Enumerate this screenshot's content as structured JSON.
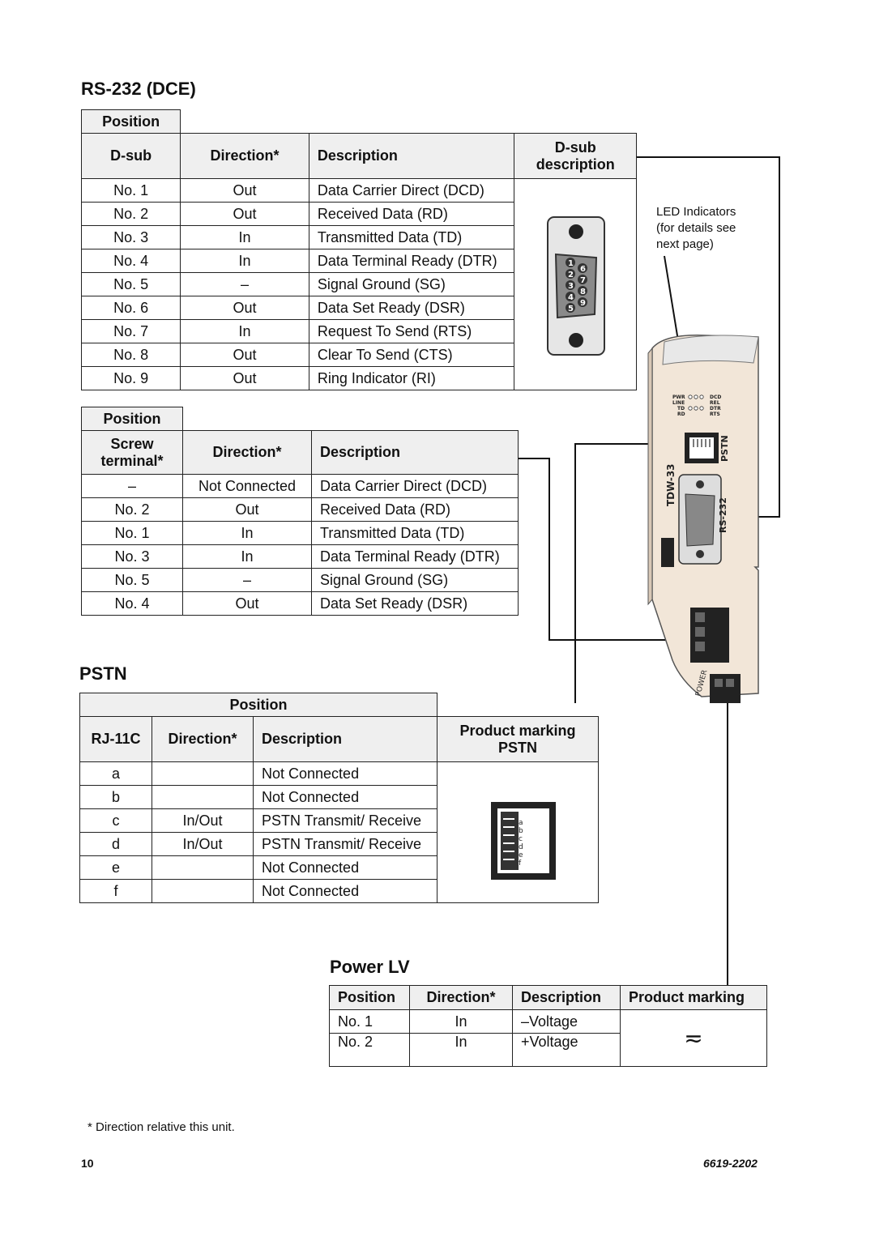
{
  "rs232": {
    "title": "RS-232 (DCE)",
    "hdr_position": "Position",
    "hdr_dsub": "D-sub",
    "hdr_direction": "Direction*",
    "hdr_description": "Description",
    "hdr_dsub_description": "D-sub description",
    "rows": [
      {
        "pos": "No. 1",
        "dir": "Out",
        "desc": "Data Carrier Direct (DCD)"
      },
      {
        "pos": "No. 2",
        "dir": "Out",
        "desc": "Received Data (RD)"
      },
      {
        "pos": "No. 3",
        "dir": "In",
        "desc": "Transmitted Data (TD)"
      },
      {
        "pos": "No. 4",
        "dir": "In",
        "desc": "Data Terminal Ready (DTR)"
      },
      {
        "pos": "No. 5",
        "dir": "–",
        "desc": "Signal Ground (SG)"
      },
      {
        "pos": "No. 6",
        "dir": "Out",
        "desc": "Data Set Ready (DSR)"
      },
      {
        "pos": "No. 7",
        "dir": "In",
        "desc": "Request To Send (RTS)"
      },
      {
        "pos": "No. 8",
        "dir": "Out",
        "desc": "Clear To Send (CTS)"
      },
      {
        "pos": "No. 9",
        "dir": "Out",
        "desc": "Ring Indicator (RI)"
      }
    ],
    "pins": [
      "1",
      "2",
      "3",
      "4",
      "5",
      "6",
      "7",
      "8",
      "9"
    ]
  },
  "screw": {
    "hdr_position": "Position",
    "hdr_terminal": "Screw terminal*",
    "hdr_direction": "Direction*",
    "hdr_description": "Description",
    "rows": [
      {
        "pos": "–",
        "dir": "Not Connected",
        "desc": "Data Carrier Direct (DCD)"
      },
      {
        "pos": "No. 2",
        "dir": "Out",
        "desc": "Received Data (RD)"
      },
      {
        "pos": "No. 1",
        "dir": "In",
        "desc": "Transmitted Data (TD)"
      },
      {
        "pos": "No. 3",
        "dir": "In",
        "desc": "Data Terminal Ready (DTR)"
      },
      {
        "pos": "No. 5",
        "dir": "–",
        "desc": "Signal Ground (SG)"
      },
      {
        "pos": "No. 4",
        "dir": "Out",
        "desc": "Data Set Ready (DSR)"
      }
    ]
  },
  "pstn": {
    "title": "PSTN",
    "hdr_position": "Position",
    "hdr_rj11": "RJ-11C",
    "hdr_direction": "Direction*",
    "hdr_description": "Description",
    "hdr_marking": "Product marking",
    "hdr_marking2": "PSTN",
    "rows": [
      {
        "pos": "a",
        "dir": "",
        "desc": "Not Connected"
      },
      {
        "pos": "b",
        "dir": "",
        "desc": "Not Connected"
      },
      {
        "pos": "c",
        "dir": "In/Out",
        "desc": "PSTN Transmit/ Receive"
      },
      {
        "pos": "d",
        "dir": "In/Out",
        "desc": "PSTN Transmit/ Receive"
      },
      {
        "pos": "e",
        "dir": "",
        "desc": "Not Connected"
      },
      {
        "pos": "f",
        "dir": "",
        "desc": "Not Connected"
      }
    ],
    "jack_letters": [
      "a",
      "b",
      "c",
      "d",
      "e",
      "f"
    ]
  },
  "power": {
    "title": "Power LV",
    "hdr_position": "Position",
    "hdr_direction": "Direction*",
    "hdr_description": "Description",
    "hdr_marking": "Product marking",
    "rows": [
      {
        "pos": "No. 1",
        "dir": "In",
        "desc": "–Voltage"
      },
      {
        "pos": "No. 2",
        "dir": "In",
        "desc": "+Voltage"
      }
    ],
    "marking_symbol": "≂"
  },
  "device": {
    "led_note_1": "LED Indicators",
    "led_note_2": "(for details see",
    "led_note_3": "next page)",
    "model": "TDW-33",
    "label_pstn": "PSTN",
    "label_rs232": "RS-232",
    "label_power": "POWER",
    "leds_left": [
      "PWR",
      "LINE",
      "TD",
      "RD"
    ],
    "leds_right": [
      "DCD",
      "REL",
      "DTR",
      "RTS"
    ]
  },
  "footnote": "* Direction relative this unit.",
  "page_number": "10",
  "doc_number": "6619-2202"
}
